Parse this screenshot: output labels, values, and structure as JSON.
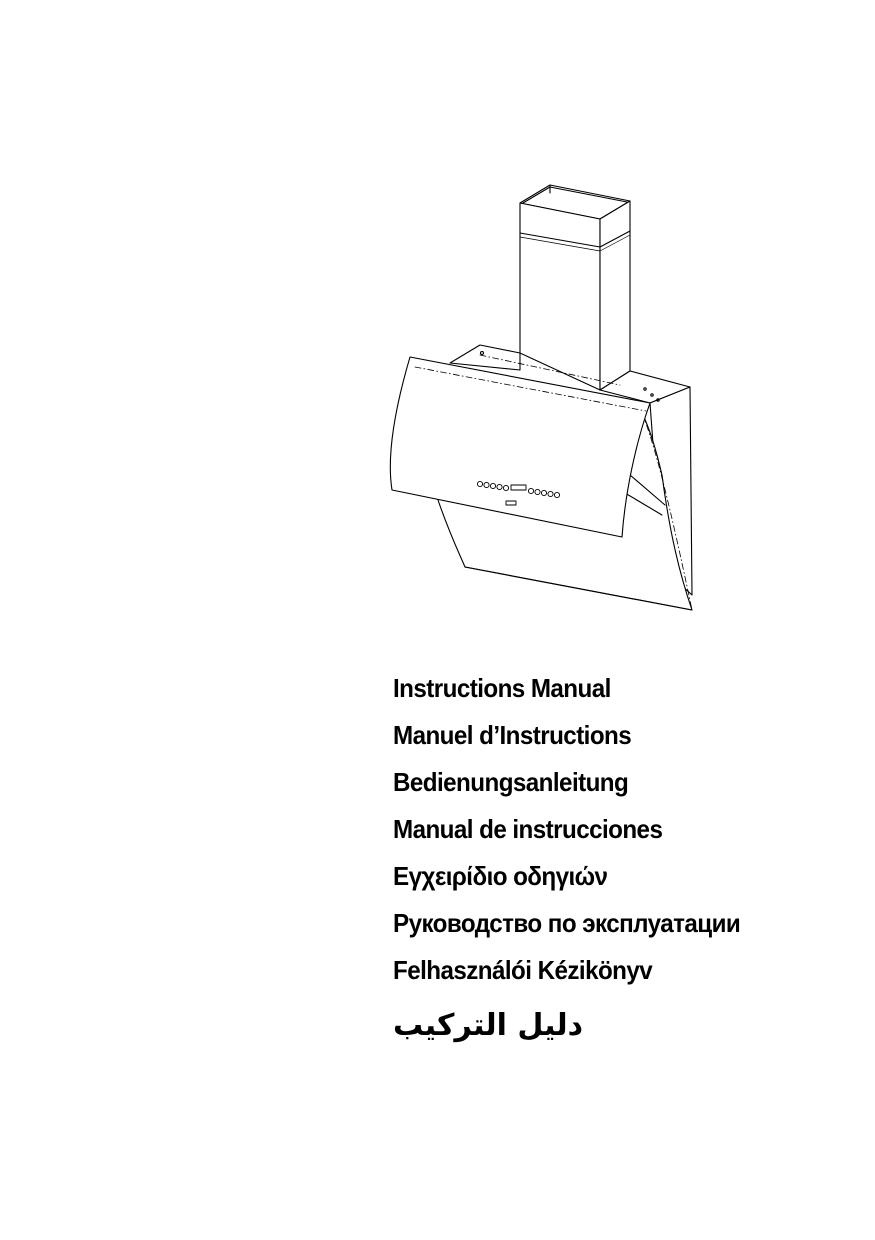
{
  "titles": [
    "Instructions Manual",
    "Manuel d’Instructions",
    "Bedienungsanleitung",
    "Manual de instrucciones",
    "Εγχειρίδιο οδηγιών",
    "Руководство по эксплуатации",
    "Felhasználói Kézikönyv",
    "دليل التركيب"
  ],
  "colors": {
    "ink": "#000000",
    "background": "#ffffff"
  }
}
